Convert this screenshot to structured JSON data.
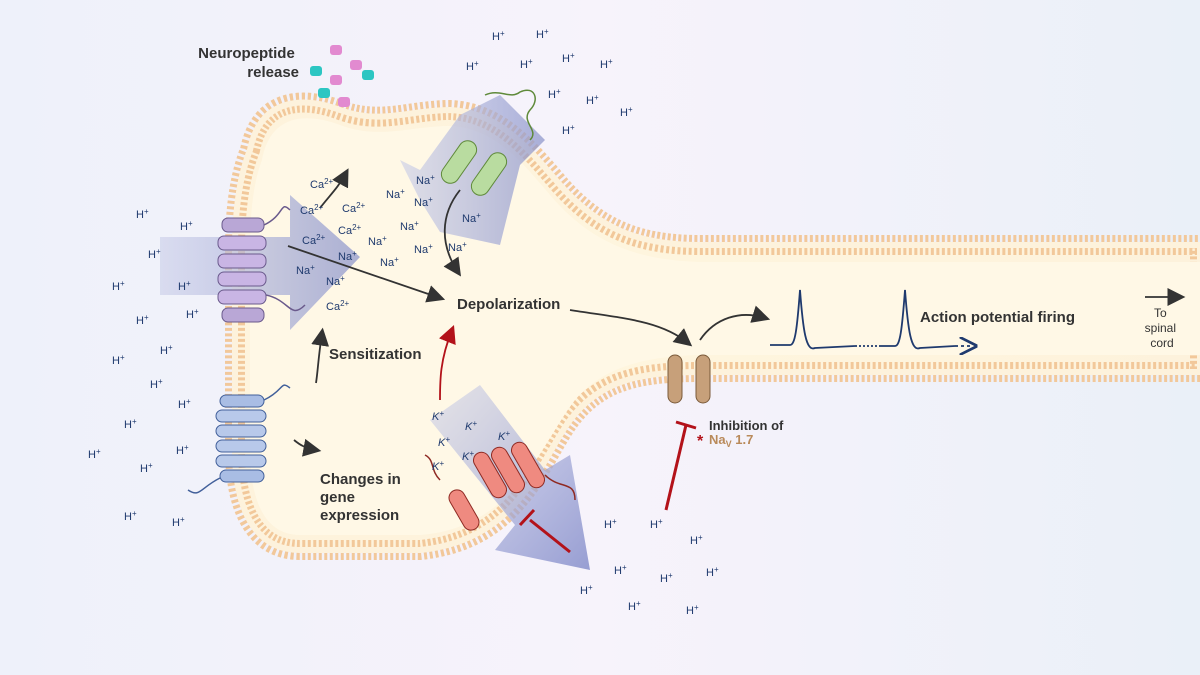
{
  "labels": {
    "neuropeptide_line1": "Neuropeptide",
    "neuropeptide_line2": "release",
    "depolarization": "Depolarization",
    "sensitization": "Sensitization",
    "gene_line1": "Changes in",
    "gene_line2": "gene",
    "gene_line3": "expression",
    "action_potential": "Action potential firing",
    "spinal_line1": "To",
    "spinal_line2": "spinal",
    "spinal_line3": "cord",
    "inhibition_of": "Inhibition of",
    "asterisk": "*",
    "nav_na": "Na",
    "nav_sub": "V",
    "nav_num": " 1.7"
  },
  "ions": {
    "proton": "H",
    "proton_charge": "+",
    "sodium": "Na",
    "sodium_charge": "+",
    "calcium": "Ca",
    "calcium_charge": "2+",
    "potassium": "K",
    "potassium_charge": "+"
  },
  "colors": {
    "ion_text": "#1f3a6e",
    "inhibition_red": "#b3121a",
    "membrane": "#f2c89a"
  }
}
